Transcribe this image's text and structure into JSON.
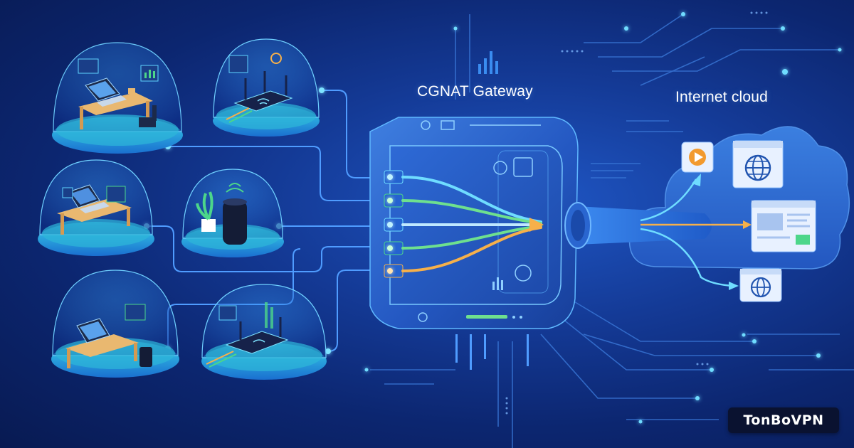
{
  "diagram": {
    "gateway_label": "CGNAT Gateway",
    "cloud_label": "Internet cloud"
  },
  "brand": {
    "name": "TonBoVPN"
  },
  "nodes": [
    {
      "name": "home-office-desk-node",
      "icon": "laptop-desk-chair-icon"
    },
    {
      "name": "home-router-node",
      "icon": "wifi-router-icon"
    },
    {
      "name": "home-laptop-node",
      "icon": "laptop-house-icon"
    },
    {
      "name": "smart-speaker-node",
      "icon": "smart-speaker-plant-icon"
    },
    {
      "name": "workstation-node",
      "icon": "laptop-desk-icon"
    },
    {
      "name": "second-router-node",
      "icon": "wifi-router-icon"
    }
  ],
  "cloud_services": [
    {
      "name": "video-service",
      "icon": "play-icon"
    },
    {
      "name": "web-service-globe",
      "icon": "globe-icon"
    },
    {
      "name": "website-service",
      "icon": "browser-window-icon"
    },
    {
      "name": "web-service-globe-small",
      "icon": "globe-icon"
    }
  ],
  "colors": {
    "background": "#0c2670",
    "glow": "#5fd4ff",
    "port_green": "#4cd68a",
    "stream_orange": "#f6b04a",
    "stream_green": "#6ee08e",
    "stream_cyan": "#6fdcff",
    "desk_wood": "#e9b870",
    "brand_bg": "#0a1230"
  }
}
